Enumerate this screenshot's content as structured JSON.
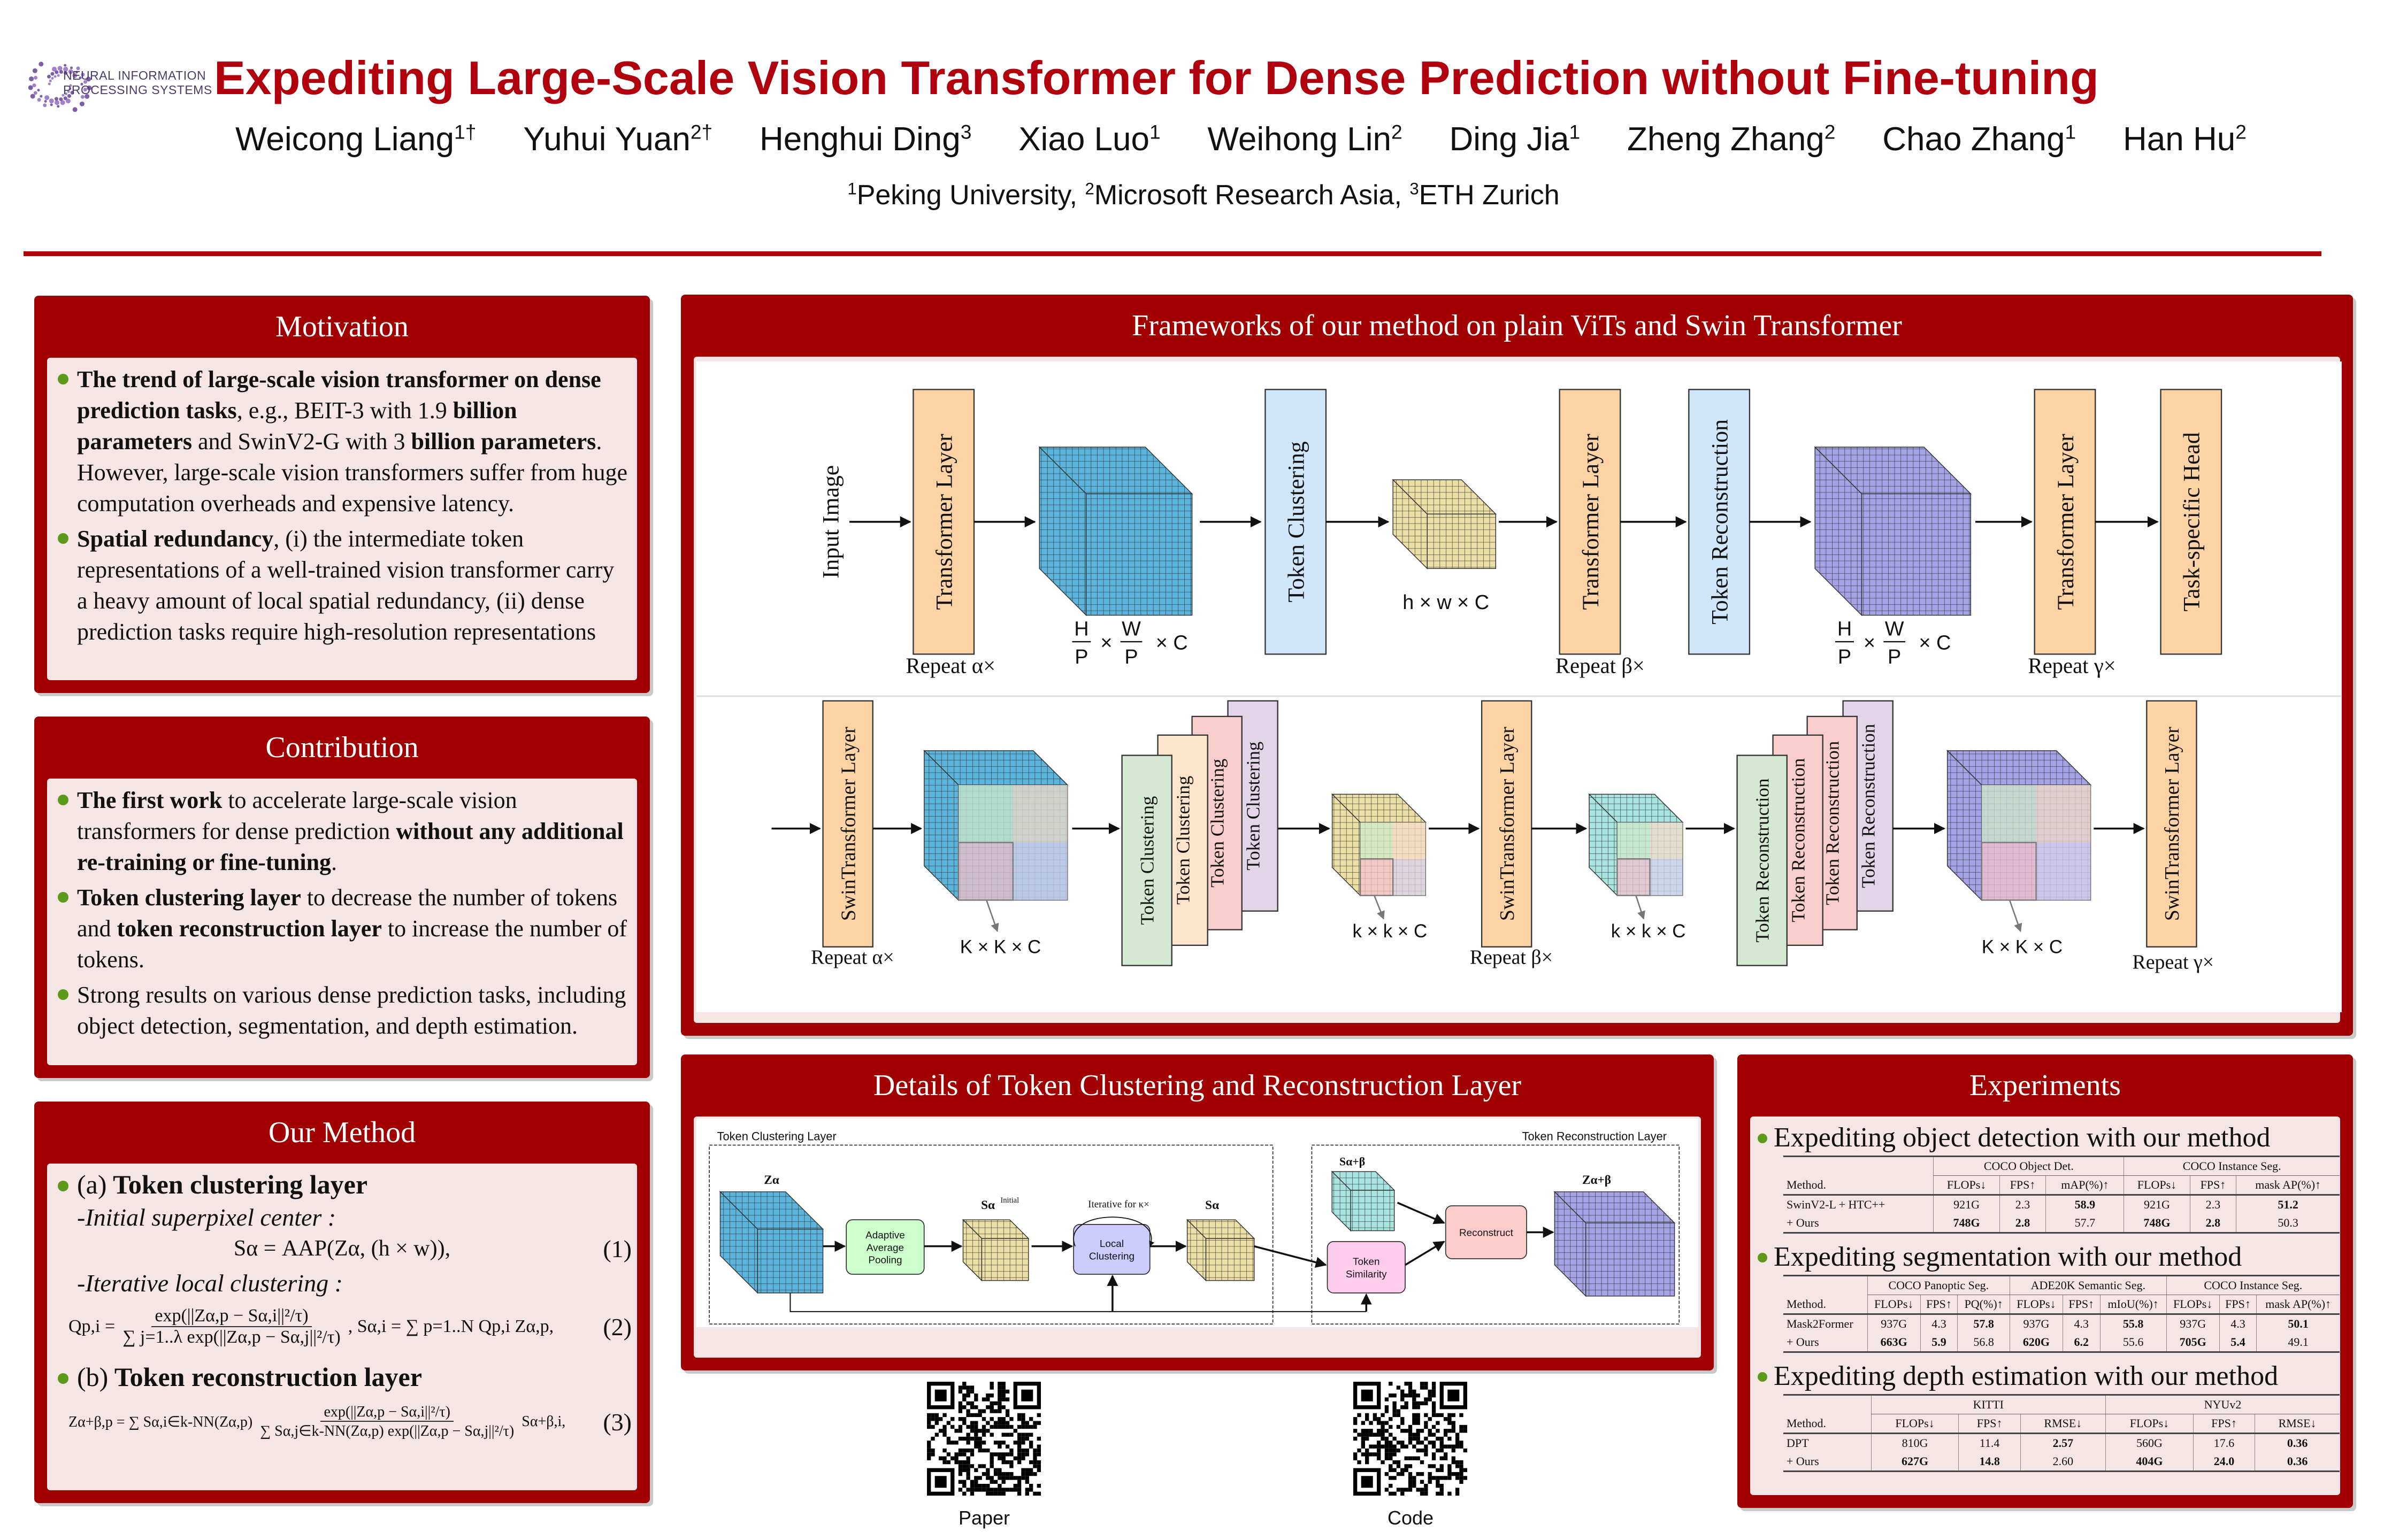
{
  "header": {
    "logo_text": [
      "NEURAL INFORMATION",
      "PROCESSING SYSTEMS"
    ],
    "title": "Expediting Large-Scale Vision Transformer for Dense Prediction without Fine-tuning",
    "authors": [
      {
        "name": "Weicong Liang",
        "sup": "1†"
      },
      {
        "name": "Yuhui Yuan",
        "sup": "2†"
      },
      {
        "name": "Henghui Ding",
        "sup": "3"
      },
      {
        "name": "Xiao Luo",
        "sup": "1"
      },
      {
        "name": "Weihong Lin",
        "sup": "2"
      },
      {
        "name": "Ding Jia",
        "sup": "1"
      },
      {
        "name": "Zheng Zhang",
        "sup": "2"
      },
      {
        "name": "Chao Zhang",
        "sup": "1"
      },
      {
        "name": "Han Hu",
        "sup": "2"
      }
    ],
    "affiliations": [
      {
        "sup": "1",
        "name": "Peking University,"
      },
      {
        "sup": "2",
        "name": "Microsoft Research Asia,"
      },
      {
        "sup": "3",
        "name": "ETH Zurich"
      }
    ]
  },
  "colors": {
    "accent": "#a00000",
    "title": "#b0000e",
    "panel_body": "#f5e5e5",
    "bullet": "#5c9a1c"
  },
  "motivation": {
    "title": "Motivation",
    "bullets": [
      [
        {
          "t": "The trend of large-scale vision transformer on dense prediction tasks",
          "b": true
        },
        {
          "t": ", e.g., BEIT-3 with 1.9 "
        },
        {
          "t": "billion parameters",
          "b": true
        },
        {
          "t": " and SwinV2-G with 3 "
        },
        {
          "t": "billion parameters",
          "b": true
        },
        {
          "t": ". However, large-scale vision transformers suffer from huge computation overheads and expensive latency."
        }
      ],
      [
        {
          "t": "Spatial redundancy",
          "b": true
        },
        {
          "t": ", (i) the intermediate token representations of a well-trained vision transformer carry a heavy amount of local spatial redundancy, (ii) dense prediction tasks require high-resolution representations"
        }
      ]
    ]
  },
  "contribution": {
    "title": "Contribution",
    "bullets": [
      [
        {
          "t": "The first work",
          "b": true
        },
        {
          "t": " to accelerate large-scale vision transformers for dense prediction "
        },
        {
          "t": "without any additional re-training or fine-tuning",
          "b": true
        },
        {
          "t": "."
        }
      ],
      [
        {
          "t": "Token clustering layer",
          "b": true
        },
        {
          "t": " to decrease the number of tokens and "
        },
        {
          "t": "token reconstruction layer",
          "b": true
        },
        {
          "t": " to increase the number of tokens."
        }
      ],
      [
        {
          "t": "Strong results on various dense prediction tasks, including object detection, segmentation, and depth estimation."
        }
      ]
    ]
  },
  "method": {
    "title": "Our Method",
    "a_label": "(a)",
    "a_title": "Token clustering layer",
    "init_label": "-Initial superpixel center :",
    "eq1": "Sα = AAP(Zα, (h × w)),",
    "eq1_num": "(1)",
    "iter_label": "-Iterative local clustering :",
    "eq2_lhs": "Qp,i =",
    "eq2_num_text": "exp(||Zα,p − Sα,i||²/τ)",
    "eq2_den_text": "∑ j=1..λ exp(||Zα,p − Sα,j||²/τ)",
    "eq2_rhs": ",   Sα,i = ∑ p=1..N Qp,i Zα,p,",
    "eq2_num": "(2)",
    "b_label": "(b)",
    "b_title": "Token reconstruction layer",
    "eq3_lhs": "Zα+β,p = ∑ Sα,i∈k-NN(Zα,p)",
    "eq3_num_text": "exp(||Zα,p − Sα,i||²/τ)",
    "eq3_den_text": "∑ Sα,j∈k-NN(Zα,p) exp(||Zα,p − Sα,j||²/τ)",
    "eq3_rhs": "Sα+β,i,",
    "eq3_num": "(3)"
  },
  "frameworks": {
    "title": "Frameworks of our method on plain ViTs and Swin Transformer",
    "top": {
      "input_label": "Input Image",
      "transformer_layer": "Transformer Layer",
      "token_clustering": "Token Clustering",
      "token_reconstruction": "Token Reconstruction",
      "task_head": "Task-specific Head",
      "repeat_alpha": "Repeat α×",
      "repeat_beta": "Repeat β×",
      "repeat_gamma": "Repeat γ×",
      "dim_h": "H",
      "dim_w": "W",
      "dim_p": "P",
      "dim_times": "×",
      "dim_tail": "× C",
      "dim_small": "h × w × C"
    },
    "bottom": {
      "swin_layer": "SwinTransformer Layer",
      "token_clustering": "Token Clustering",
      "token_reconstruction": "Token Reconstruction",
      "repeat_alpha": "Repeat α×",
      "repeat_beta": "Repeat β×",
      "repeat_gamma": "Repeat γ×",
      "dim_large": "K × K × C",
      "dim_small": "k × k × C"
    }
  },
  "details": {
    "title": "Details of Token Clustering and Reconstruction Layer",
    "clustering_layer_label": "Token Clustering Layer",
    "reconstruction_layer_label": "Token Reconstruction Layer",
    "z_alpha": "Zα",
    "s_initial": "Sα",
    "s_initial_sup": "Initial",
    "iterative": "Iterative for κ×",
    "s_alpha": "Sα",
    "s_alpha_beta": "Sα+β",
    "z_alpha_beta": "Zα+β",
    "aap": [
      "Adaptive",
      "Average",
      "Pooling"
    ],
    "local_clustering": [
      "Local",
      "Clustering"
    ],
    "token_similarity": [
      "Token",
      "Similarity"
    ],
    "reconstruct": "Reconstruct"
  },
  "experiments": {
    "title": "Experiments",
    "sections": [
      {
        "heading": "Expediting object detection with our method",
        "groups": [
          {
            "label": "",
            "span": 1
          },
          {
            "label": "COCO Object Det.",
            "span": 3
          },
          {
            "label": "COCO Instance Seg.",
            "span": 3
          }
        ],
        "columns": [
          "Method.",
          "FLOPs↓",
          "FPS↑",
          "mAP(%)↑",
          "FLOPs↓",
          "FPS↑",
          "mask AP(%)↑"
        ],
        "rows": [
          {
            "cells": [
              "SwinV2-L + HTC++",
              "921G",
              "2.3",
              "58.9",
              "921G",
              "2.3",
              "51.2"
            ],
            "bold": [
              3,
              6
            ]
          },
          {
            "cells": [
              "+ Ours",
              "748G",
              "2.8",
              "57.7",
              "748G",
              "2.8",
              "50.3"
            ],
            "bold": [
              1,
              2,
              4,
              5
            ]
          }
        ]
      },
      {
        "heading": "Expediting segmentation with our method",
        "groups": [
          {
            "label": "",
            "span": 1
          },
          {
            "label": "COCO Panoptic Seg.",
            "span": 3
          },
          {
            "label": "ADE20K Semantic Seg.",
            "span": 3
          },
          {
            "label": "COCO Instance Seg.",
            "span": 3
          }
        ],
        "columns": [
          "Method.",
          "FLOPs↓",
          "FPS↑",
          "PQ(%)↑",
          "FLOPs↓",
          "FPS↑",
          "mIoU(%)↑",
          "FLOPs↓",
          "FPS↑",
          "mask AP(%)↑"
        ],
        "rows": [
          {
            "cells": [
              "Mask2Former",
              "937G",
              "4.3",
              "57.8",
              "937G",
              "4.3",
              "55.8",
              "937G",
              "4.3",
              "50.1"
            ],
            "bold": [
              3,
              6,
              9
            ]
          },
          {
            "cells": [
              "+ Ours",
              "663G",
              "5.9",
              "56.8",
              "620G",
              "6.2",
              "55.6",
              "705G",
              "5.4",
              "49.1"
            ],
            "bold": [
              1,
              2,
              4,
              5,
              7,
              8
            ]
          }
        ]
      },
      {
        "heading": "Expediting depth estimation with our method",
        "groups": [
          {
            "label": "",
            "span": 1
          },
          {
            "label": "KITTI",
            "span": 3
          },
          {
            "label": "NYUv2",
            "span": 3
          }
        ],
        "columns": [
          "Method.",
          "FLOPs↓",
          "FPS↑",
          "RMSE↓",
          "FLOPs↓",
          "FPS↑",
          "RMSE↓"
        ],
        "rows": [
          {
            "cells": [
              "DPT",
              "810G",
              "11.4",
              "2.57",
              "560G",
              "17.6",
              "0.36"
            ],
            "bold": [
              3,
              6
            ]
          },
          {
            "cells": [
              "+ Ours",
              "627G",
              "14.8",
              "2.60",
              "404G",
              "24.0",
              "0.36"
            ],
            "bold": [
              1,
              2,
              4,
              5,
              6
            ]
          }
        ]
      }
    ]
  },
  "qr": {
    "paper_label": "Paper",
    "code_label": "Code"
  }
}
